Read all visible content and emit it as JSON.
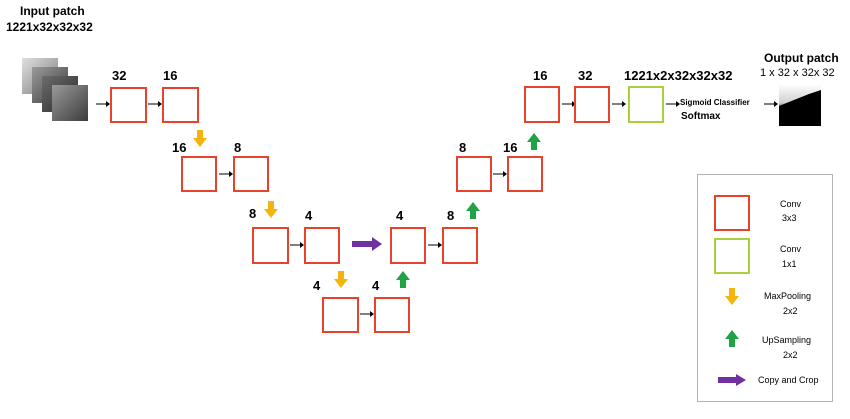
{
  "input": {
    "title": "Input patch",
    "shape": "1221x32x32x32"
  },
  "output": {
    "title": "Output patch",
    "shape": "1 x 32 x 32x 32"
  },
  "classifier": {
    "label": "Sigmoid Classifier",
    "label2": "Softmax"
  },
  "encoder": {
    "level1": [
      "32",
      "16"
    ],
    "level2": [
      "16",
      "8"
    ],
    "level3": [
      "8",
      "4"
    ],
    "bottom": [
      "4",
      "4"
    ]
  },
  "decoder": {
    "level3": [
      "4",
      "8"
    ],
    "level2": [
      "8",
      "16"
    ],
    "level1": [
      "16",
      "32"
    ],
    "final": "1221x2x32x32x32"
  },
  "legend": [
    {
      "name": "Conv",
      "sub": "3x3",
      "icon": "conv-3x3-box"
    },
    {
      "name": "Conv",
      "sub": "1x1",
      "icon": "conv-1x1-box"
    },
    {
      "name": "MaxPooling",
      "sub": "2x2",
      "icon": "down-arrow"
    },
    {
      "name": "UpSampling",
      "sub": "2x2",
      "icon": "up-arrow"
    },
    {
      "name": "Copy and Crop",
      "sub": "",
      "icon": "right-arrow"
    }
  ],
  "colors": {
    "conv3x3": "#e8432a",
    "conv1x1": "#a8cf3c",
    "maxpool": "#f5b30e",
    "upsample": "#1fa344",
    "copycrop": "#7030a0"
  }
}
